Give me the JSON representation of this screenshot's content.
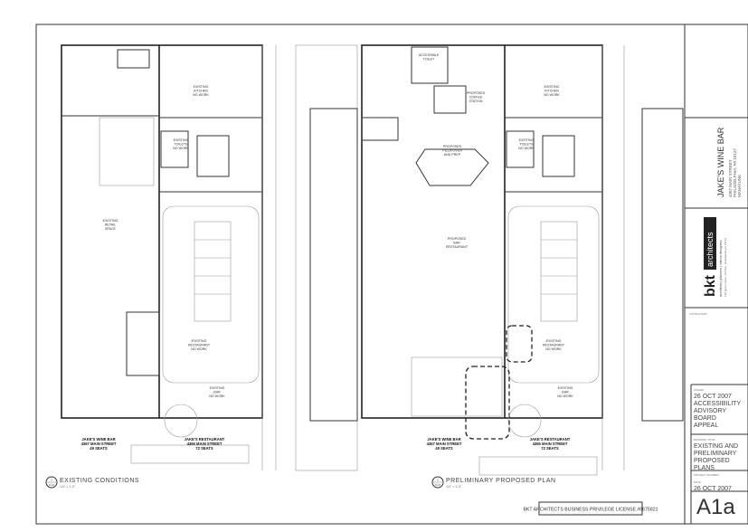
{
  "project": {
    "name": "JAKE'S WINE BAR",
    "address": [
      "4367 MAIN STREET",
      "PHILADELPHIA, PA 19127",
      "MANAYUNK"
    ]
  },
  "firm": {
    "logo_mark": "bkt",
    "logo_word": "architects",
    "tagline": "architects | planners | interior designers",
    "contact": "120 green street, 1st floor, philadelphia pa 19123"
  },
  "title_block": {
    "consultant_label": "CONSULTANT",
    "issued_label": "ISSUED",
    "issued_text": [
      "26 OCT 2007",
      "ACCESSIBILITY",
      "ADVISORY",
      "BOARD",
      "APPEAL"
    ],
    "drawing_title_label": "DRAWING TITLE",
    "drawing_title": [
      "EXISTING AND",
      "PRELIMINARY",
      "PROPOSED",
      "PLANS"
    ],
    "project_number_label": "PROJECT NUMBER",
    "date_label": "DATE",
    "date": "26 OCT 2007",
    "sheet_number": "A1a"
  },
  "license": "BKT ARCHITECTS BUSINESS PRIVILEGE LICENSE #6675821",
  "plans": [
    {
      "number": "1",
      "sheet_ref": "A1a",
      "title": "EXISTING CONDITIONS",
      "scale": "1/4\" = 1'-0\"",
      "rooms": {
        "kitchen": [
          "EXISTING",
          "KITCHEN",
          "NO WORK"
        ],
        "toilets": [
          "EXISTING",
          "TOILETS",
          "NO WORK"
        ],
        "retail": [
          "EXISTING",
          "RETAIL",
          "SPACE"
        ],
        "restaurant": [
          "EXISTING",
          "RESTAURANT",
          "NO WORK"
        ],
        "bar": [
          "EXISTING",
          "BAR",
          "NO WORK"
        ]
      },
      "captions": [
        [
          "JAKE'S WINE BAR",
          "4367 MAIN STREET",
          "49 SEATS"
        ],
        [
          "JAKE'S RESTAURANT",
          "4365 MAIN STREET",
          "72 SEATS"
        ]
      ]
    },
    {
      "number": "2",
      "sheet_ref": "A1a",
      "title": "PRELIMINARY PROPOSED PLAN",
      "scale": "1/4\" = 1'-0\"",
      "rooms": {
        "acc_toilet": [
          "ACCESSIBLE",
          "TOILET"
        ],
        "coffee": [
          "PROPOSED",
          "COFFEE",
          "STATION"
        ],
        "pizza": [
          "PROPOSED",
          "PIZZA OVEN",
          "AND PREP"
        ],
        "bar_rest": [
          "PROPOSED",
          "BAR",
          "RESTAURANT"
        ],
        "kitchen": [
          "EXISTING",
          "KITCHEN",
          "NO WORK"
        ],
        "toilets": [
          "EXISTING",
          "TOILETS",
          "NO WORK"
        ],
        "restaurant": [
          "EXISTING",
          "RESTAURANT",
          "NO WORK"
        ],
        "bar": [
          "EXISTING",
          "BAR",
          "NO WORK"
        ]
      },
      "captions": [
        [
          "JAKE'S WINE BAR",
          "4367 MAIN STREET",
          "49 SEATS"
        ],
        [
          "JAKE'S RESTAURANT",
          "4365 MAIN STREET",
          "72 SEATS"
        ]
      ]
    }
  ]
}
